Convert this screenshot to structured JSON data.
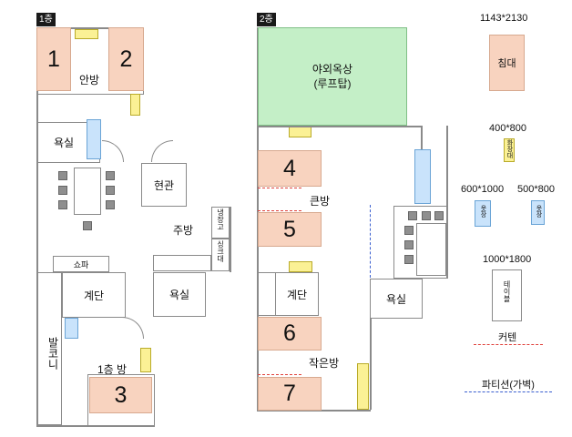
{
  "floors": {
    "floor1": {
      "badge": "1층",
      "rooms": {
        "anbang": "안방",
        "bath1": "욕실",
        "entrance": "현관",
        "kitchen": "주방",
        "fridge": "냉장고",
        "sink": "싱크대",
        "sofa": "쇼파",
        "stairs": "계단",
        "bath2": "욕실",
        "balcony": "발코니",
        "room1f": "1층 방"
      },
      "beds": [
        "1",
        "2",
        "3"
      ]
    },
    "floor2": {
      "badge": "2층",
      "rooms": {
        "rooftop": "야외옥상",
        "rooftop_sub": "(루프탑)",
        "big_room": "큰방",
        "stairs": "계단",
        "bath": "욕실",
        "small_room": "작은방"
      },
      "beds": [
        "4",
        "5",
        "6",
        "7"
      ]
    }
  },
  "legend": {
    "bed_size": "1143*2130",
    "bed_label": "침대",
    "vanity_size": "400*800",
    "vanity_label": "화장대",
    "closet_a_size": "600*1000",
    "closet_a_label": "옷장",
    "closet_b_size": "500*800",
    "closet_b_label": "옷장",
    "table_size": "1000*1800",
    "table_label": "테이블",
    "curtain_label": "커텐",
    "partition_label": "파티션(가벽)"
  },
  "colors": {
    "bed": "#f8d3bf",
    "rooftop": "#c4efc7",
    "vanity": "#fbf195",
    "closet": "#c9e3fb",
    "curtain_line": "#e0403a",
    "partition_line": "#3a5fcf"
  }
}
